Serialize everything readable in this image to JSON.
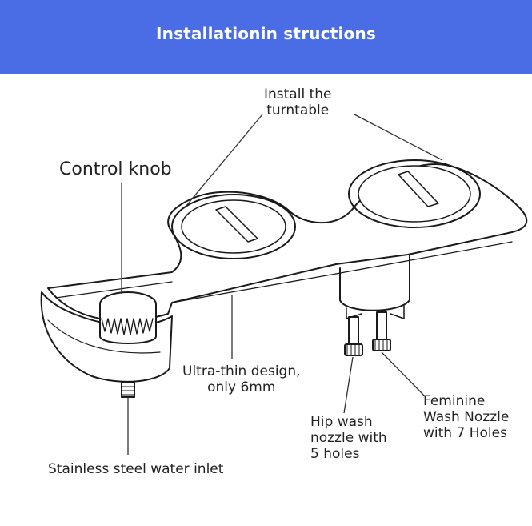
{
  "banner": {
    "title": "Installationin structions",
    "color": "#4a6de5"
  },
  "labels": {
    "turntable": [
      "Install the",
      "turntable"
    ],
    "control_knob": "Control knob",
    "ultra_thin": [
      "Ultra-thin design,",
      "only 6mm"
    ],
    "hip_wash": [
      "Hip wash",
      "nozzle with",
      "5 holes"
    ],
    "feminine_wash": [
      "Feminine",
      "Wash Nozzle",
      "with 7 Holes"
    ],
    "water_inlet": "Stainless steel water inlet"
  }
}
